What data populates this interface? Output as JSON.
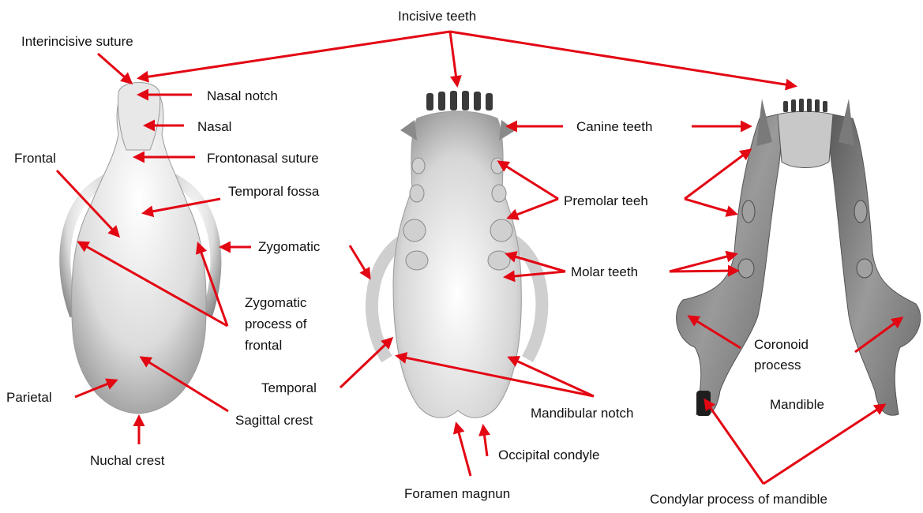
{
  "colors": {
    "arrow": "#e30613",
    "text": "#111111",
    "bone_light": "#f2f2f2",
    "bone_dark": "#7a7a7a",
    "tooth_dark": "#3a3a3a"
  },
  "labels": {
    "incisive_teeth": "Incisive teeth",
    "interincisive_suture": "Interincisive suture",
    "nasal_notch": "Nasal notch",
    "nasal": "Nasal",
    "frontonasal_suture": "Frontonasal  suture",
    "frontal": "Frontal",
    "temporal_fossa": "Temporal fossa",
    "zygomatic": "Zygomatic",
    "zygomatic_process_line1": "Zygomatic",
    "zygomatic_process_line2": "process of",
    "zygomatic_process_line3": "frontal",
    "parietal": "Parietal",
    "sagittal_crest": "Sagittal crest",
    "nuchal_crest": "Nuchal crest",
    "canine_teeth": "Canine teeth",
    "premolar_teeth": "Premolar teeh",
    "molar_teeth": "Molar teeth",
    "temporal": "Temporal",
    "mandibular_notch": "Mandibular notch",
    "occipital_condyle": "Occipital condyle",
    "foramen_magnum": "Foramen magnun",
    "coronoid_line1": "Coronoid",
    "coronoid_line2": "process",
    "mandible": "Mandible",
    "condylar_process": "Condylar process of mandible"
  }
}
